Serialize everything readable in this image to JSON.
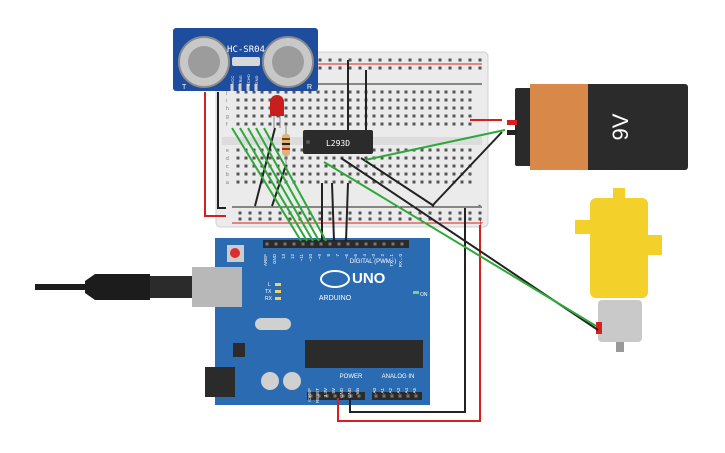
{
  "sensor": {
    "model": "HC-SR04",
    "left_letter": "T",
    "right_letter": "R",
    "pins": [
      "VCC",
      "TRIG",
      "ECHO",
      "GND"
    ]
  },
  "breadboard": {
    "row_letters_top": [
      "j",
      "i",
      "h",
      "g",
      "f"
    ],
    "row_letters_bottom": [
      "e",
      "d",
      "c",
      "b",
      "a"
    ],
    "rail_plus": "+",
    "rail_minus": "-"
  },
  "chip": {
    "label": "L293D"
  },
  "battery": {
    "label": "9V"
  },
  "arduino": {
    "logo": "UNO",
    "brand": "ARDUINO",
    "header_label": "DIGITAL (PWM~)",
    "power_label": "POWER",
    "analog_label": "ANALOG IN",
    "led_l": "L",
    "led_tx": "TX",
    "led_rx": "RX",
    "led_on": "ON",
    "digital_pins": [
      "AREF",
      "GND",
      "13",
      "12",
      "~11",
      "~10",
      "~9",
      "8",
      "7",
      "~6",
      "~5",
      "4",
      "~3",
      "2",
      "TX→1",
      "RX←0"
    ],
    "power_pins": [
      "IOREF",
      "RESET",
      "3.3V",
      "5V",
      "GND",
      "GND",
      "Vin"
    ],
    "analog_pins": [
      "A0",
      "A1",
      "A2",
      "A3",
      "A4",
      "A5"
    ]
  },
  "colors": {
    "arduino": "#2a6bb1",
    "sensor": "#1f4d9e",
    "battery": "#d8894a",
    "motor": "#f3d02a",
    "wire_green": "#2fa83a",
    "wire_black": "#222222",
    "wire_red": "#d81f1f"
  }
}
